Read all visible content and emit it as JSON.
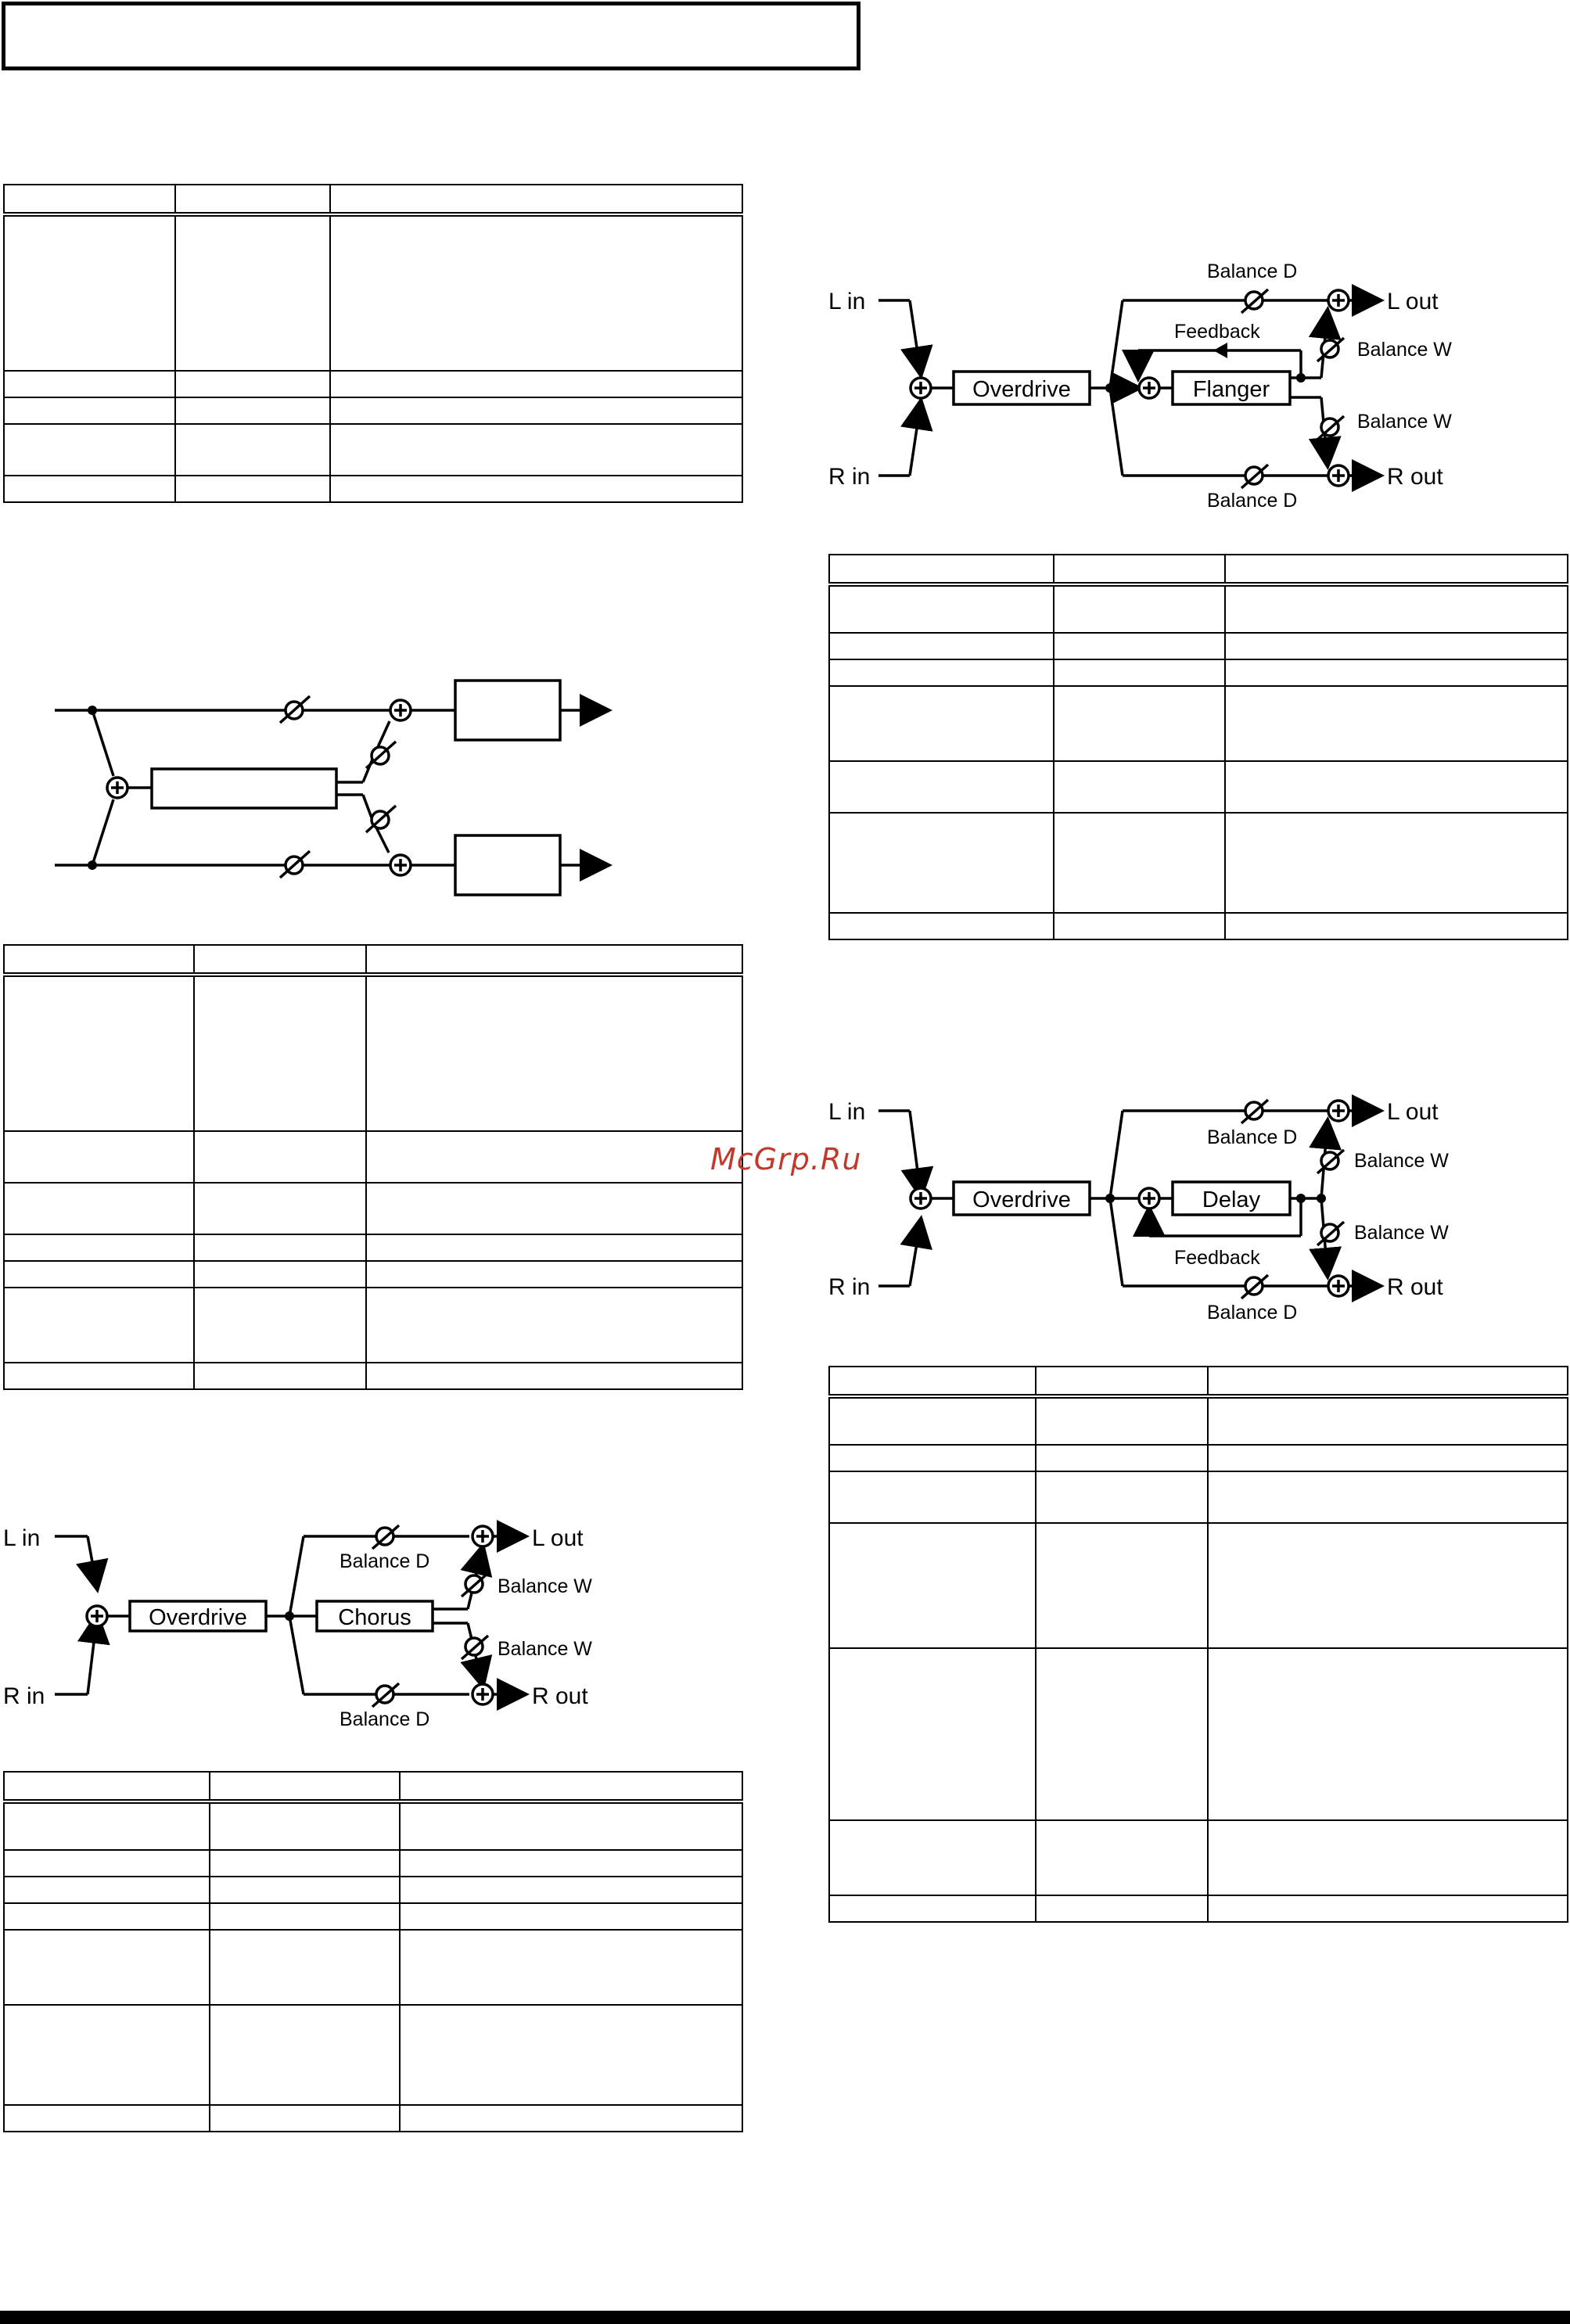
{
  "watermark": "McGrp.Ru",
  "diagrams": {
    "od_flanger": {
      "l_in": "L in",
      "r_in": "R in",
      "l_out": "L out",
      "r_out": "R out",
      "overdrive": "Overdrive",
      "effect": "Flanger",
      "feedback": "Feedback",
      "balance_d_top": "Balance D",
      "balance_w_top": "Balance W",
      "balance_w_bottom": "Balance W",
      "balance_d_bottom": "Balance D"
    },
    "od_delay": {
      "l_in": "L in",
      "r_in": "R in",
      "l_out": "L out",
      "r_out": "R out",
      "overdrive": "Overdrive",
      "effect": "Delay",
      "feedback": "Feedback",
      "balance_d_top": "Balance D",
      "balance_w_top": "Balance W",
      "balance_w_bottom": "Balance W",
      "balance_d_bottom": "Balance D"
    },
    "od_chorus": {
      "l_in": "L in",
      "r_in": "R in",
      "l_out": "L out",
      "r_out": "R out",
      "overdrive": "Overdrive",
      "effect": "Chorus",
      "balance_d_top": "Balance D",
      "balance_w_top": "Balance W",
      "balance_w_bottom": "Balance W",
      "balance_d_bottom": "Balance D"
    }
  }
}
